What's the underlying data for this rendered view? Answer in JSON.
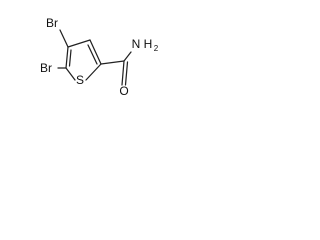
{
  "molecule": {
    "atoms": {
      "br_top": "Br",
      "br_left": "Br",
      "sulfur": "S",
      "oxygen": "O",
      "amine_n": "N",
      "amine_h": "H",
      "amine_h_count": "2"
    },
    "colors": {
      "bond": "#222222",
      "label": "#111111",
      "background": "#ffffff"
    }
  }
}
